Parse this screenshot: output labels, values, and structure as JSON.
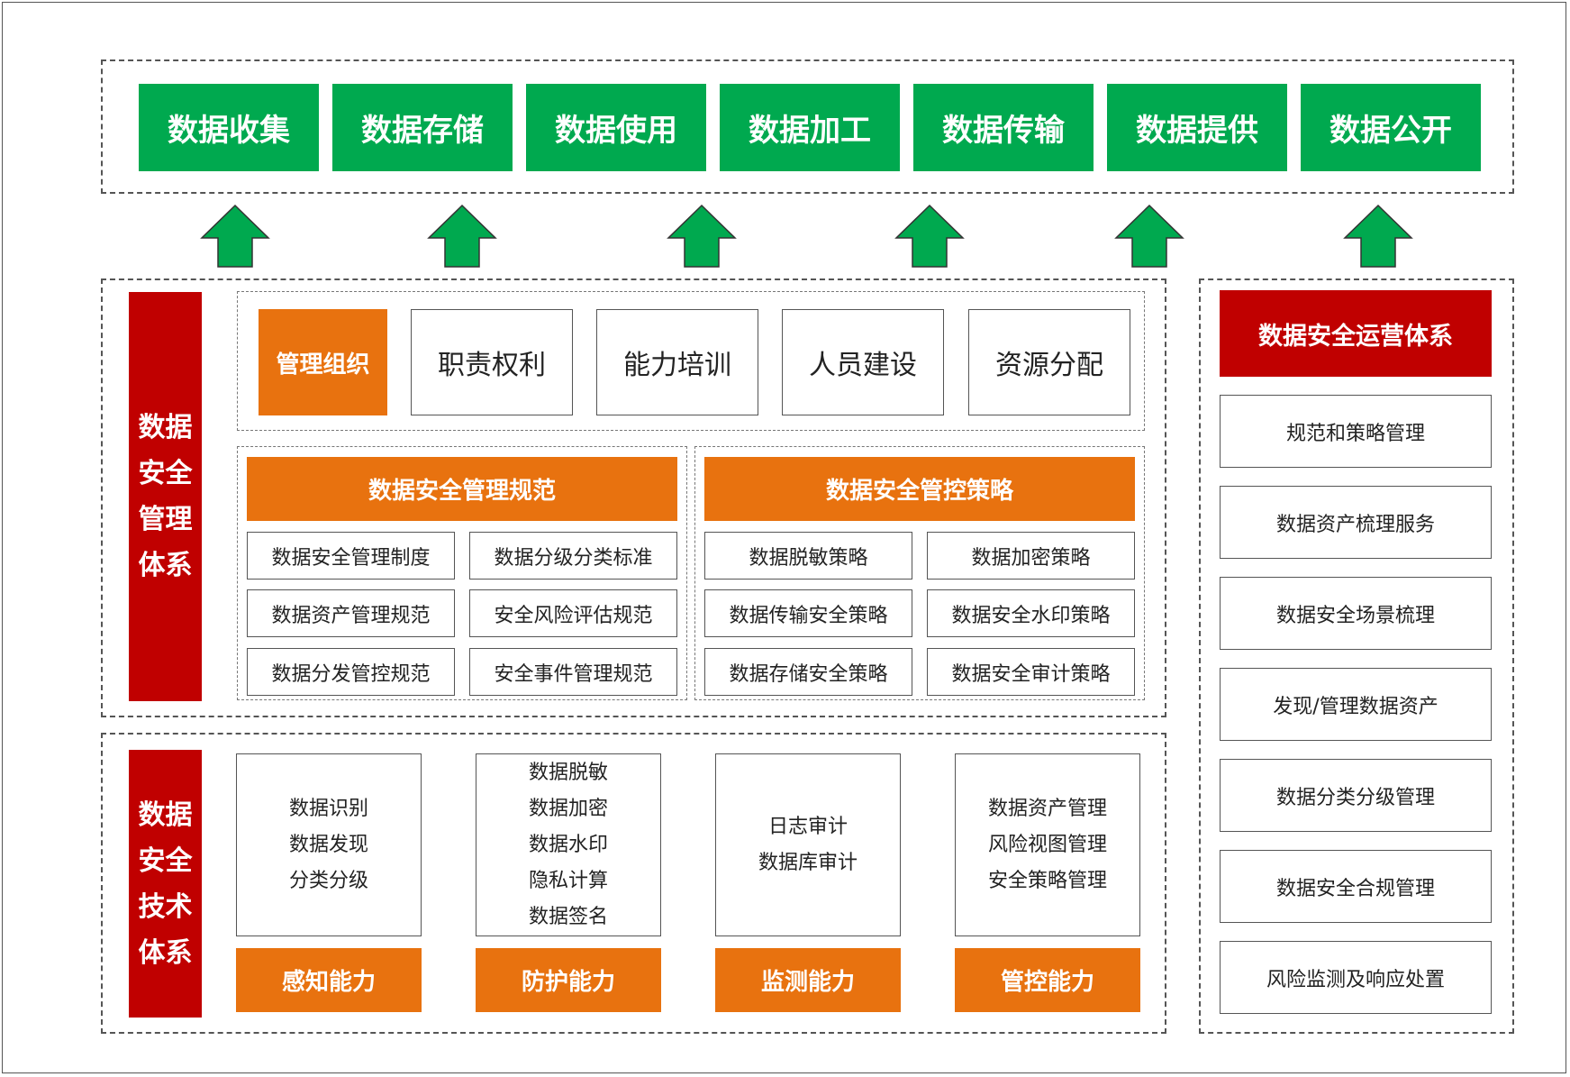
{
  "lifecycle": [
    "数据收集",
    "数据存储",
    "数据使用",
    "数据加工",
    "数据传输",
    "数据提供",
    "数据公开"
  ],
  "management": {
    "title_lines": [
      "数据",
      "安全",
      "管理",
      "体系"
    ],
    "org": {
      "label": "管理组织",
      "items": [
        "职责权利",
        "能力培训",
        "人员建设",
        "资源分配"
      ]
    },
    "norms": {
      "title": "数据安全管理规范",
      "items": [
        "数据安全管理制度",
        "数据分级分类标准",
        "数据资产管理规范",
        "安全风险评估规范",
        "数据分发管控规范",
        "安全事件管理规范"
      ]
    },
    "strategies": {
      "title": "数据安全管控策略",
      "items": [
        "数据脱敏策略",
        "数据加密策略",
        "数据传输安全策略",
        "数据安全水印策略",
        "数据存储安全策略",
        "数据安全审计策略"
      ]
    }
  },
  "technology": {
    "title_lines": [
      "数据",
      "安全",
      "技术",
      "体系"
    ],
    "capabilities": [
      {
        "label": "感知能力",
        "items": [
          "数据识别",
          "数据发现",
          "分类分级"
        ]
      },
      {
        "label": "防护能力",
        "items": [
          "数据脱敏",
          "数据加密",
          "数据水印",
          "隐私计算",
          "数据签名"
        ]
      },
      {
        "label": "监测能力",
        "items": [
          "日志审计",
          "数据库审计"
        ]
      },
      {
        "label": "管控能力",
        "items": [
          "数据资产管理",
          "风险视图管理",
          "安全策略管理"
        ]
      }
    ]
  },
  "operations": {
    "title": "数据安全运营体系",
    "items": [
      "规范和策略管理",
      "数据资产梳理服务",
      "数据安全场景梳理",
      "发现/管理数据资产",
      "数据分类分级管理",
      "数据安全合规管理",
      "风险监测及响应处置"
    ]
  },
  "colors": {
    "green": "#00a94f",
    "red": "#c00000",
    "orange": "#e8720f"
  }
}
